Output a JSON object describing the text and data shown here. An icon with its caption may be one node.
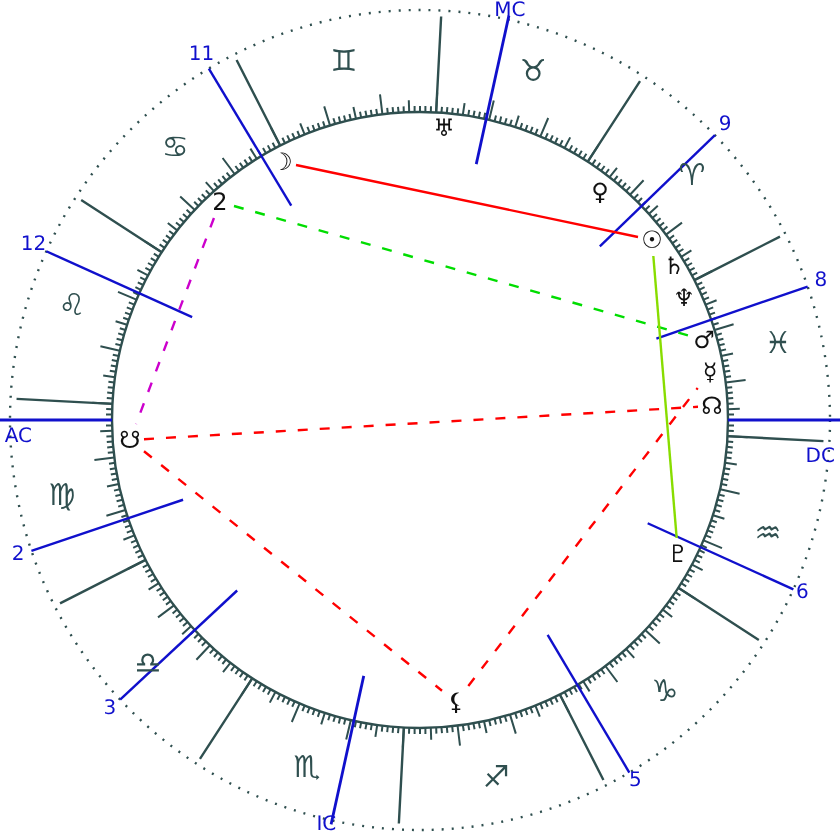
{
  "diagram": {
    "nodes": [
      {
        "text": [
          "☽"
        ]
      },
      {
        "text": [
          "2"
        ]
      },
      {
        "text": [
          "♅"
        ]
      },
      {
        "text": [
          "♀"
        ]
      },
      {
        "text": [
          "☉"
        ]
      },
      {
        "text": [
          "♄"
        ]
      },
      {
        "text": [
          "♆"
        ]
      },
      {
        "text": [
          "♂"
        ]
      },
      {
        "text": [
          "☿"
        ]
      },
      {
        "text": [
          "☊"
        ]
      },
      {
        "text": [
          "☋"
        ]
      },
      {
        "text": [
          "♇"
        ]
      },
      {
        "text": [
          "⚸"
        ]
      }
    ],
    "edges": [
      {
        "from": 0,
        "to": 4,
        "arrow": "none"
      },
      {
        "from": 1,
        "to": 7,
        "arrow": "none",
        "style": "dashed",
        "color": "#00dd00"
      },
      {
        "from": 4,
        "to": 11,
        "arrow": "none",
        "color": "#88dd00"
      },
      {
        "from": 10,
        "to": 9,
        "arrow": "none",
        "style": "dashed"
      },
      {
        "from": 10,
        "to": 12,
        "arrow": "none",
        "style": "dashed"
      },
      {
        "from": 12,
        "to": 8,
        "arrow": "none",
        "style": "dashed"
      },
      {
        "from": 1,
        "to": 10,
        "arrow": "none",
        "style": "dashed",
        "color": "#cc00cc"
      }
    ],
    "labels": [
      "MC",
      "11",
      "9",
      "12",
      "8",
      "AC",
      "DC",
      "2",
      "6",
      "3",
      "5",
      "IC",
      "♋",
      "♊",
      "♉",
      "♈",
      "♓",
      "♒",
      "♑",
      "♐",
      "♏",
      "♎",
      "♍",
      "♌"
    ]
  }
}
